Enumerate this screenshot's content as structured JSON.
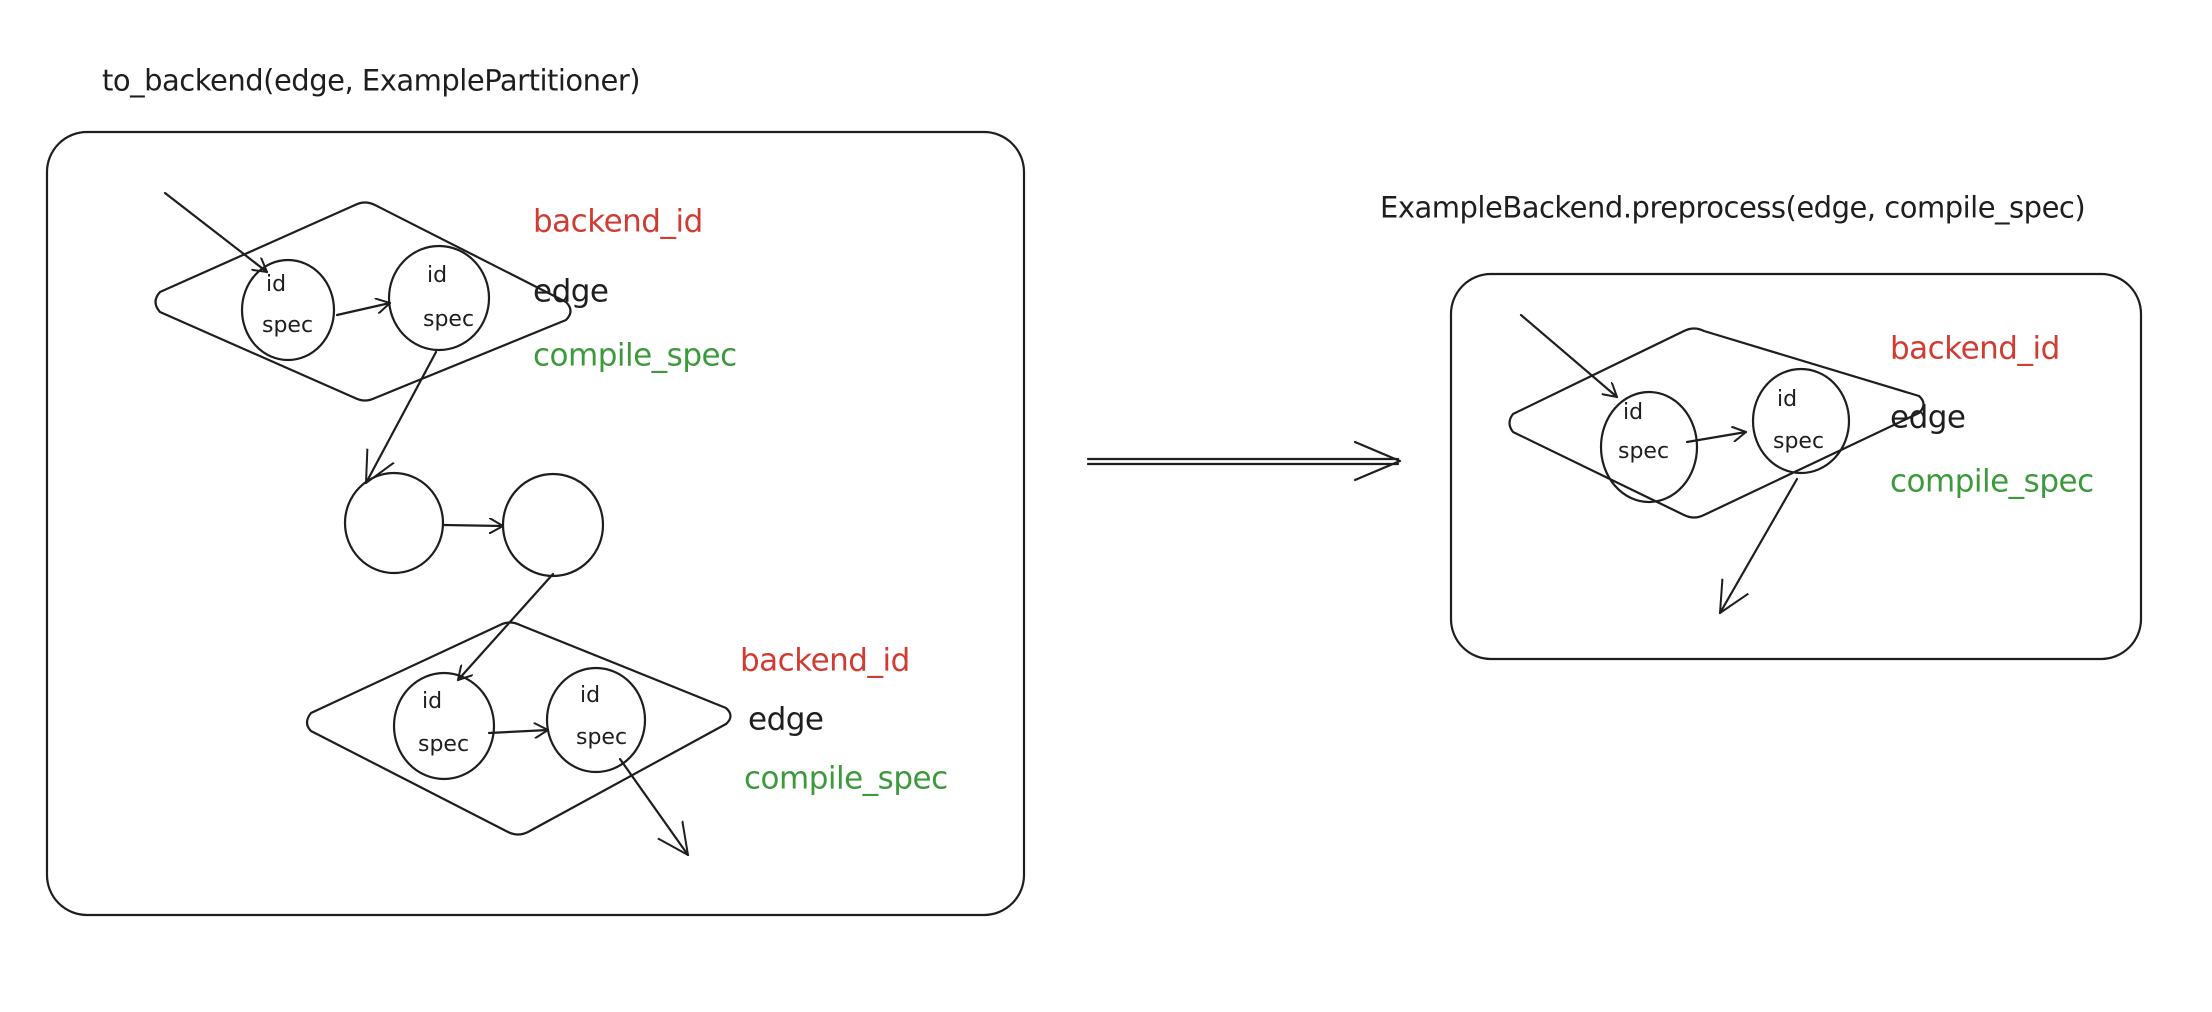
{
  "left": {
    "title": "to_backend(edge, ExamplePartitioner)",
    "partition_top": {
      "backend_id": "backend_id",
      "edge": "edge",
      "compile_spec": "compile_spec",
      "node_a": {
        "id": "id",
        "spec": "spec"
      },
      "node_b": {
        "id": "id",
        "spec": "spec"
      }
    },
    "partition_bottom": {
      "backend_id": "backend_id",
      "edge": "edge",
      "compile_spec": "compile_spec",
      "node_a": {
        "id": "id",
        "spec": "spec"
      },
      "node_b": {
        "id": "id",
        "spec": "spec"
      }
    }
  },
  "right": {
    "title": "ExampleBackend.preprocess(edge, compile_spec)",
    "partition": {
      "backend_id": "backend_id",
      "edge": "edge",
      "compile_spec": "compile_spec",
      "node_a": {
        "id": "id",
        "spec": "spec"
      },
      "node_b": {
        "id": "id",
        "spec": "spec"
      }
    }
  },
  "colors": {
    "backend_id": "#d03b32",
    "compile_spec": "#3c9a3c",
    "stroke": "#1e1e1e"
  }
}
